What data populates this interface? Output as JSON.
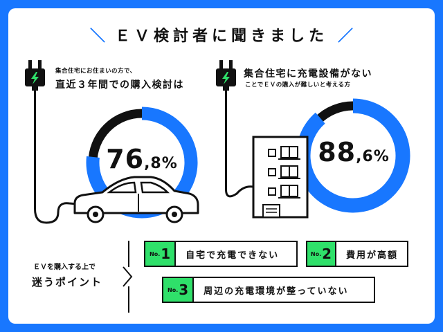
{
  "title": "ＥＶ検討者に聞きました",
  "left": {
    "small": "集合住宅にお住まいの方で、",
    "big": "直近３年間での購入検討は",
    "pct_main": "76",
    "pct_dec": ",8%",
    "value": 76.8
  },
  "right": {
    "big": "集合住宅に充電設備がない",
    "small": "ことでＥＶの購入が難しいと考える方",
    "pct_main": "88",
    "pct_dec": ",6%",
    "value": 88.6
  },
  "point": {
    "small": "ＥＶを購入する上で",
    "big": "迷うポイント"
  },
  "reasons": [
    {
      "no": "No.",
      "num": "1",
      "text": "自宅で充電できない"
    },
    {
      "no": "No.",
      "num": "2",
      "text": "費用が高額"
    },
    {
      "no": "No.",
      "num": "3",
      "text": "周辺の充電環境が整っていない"
    }
  ],
  "colors": {
    "accent": "#1877ff",
    "badge": "#2fe06a",
    "ink": "#111111"
  }
}
